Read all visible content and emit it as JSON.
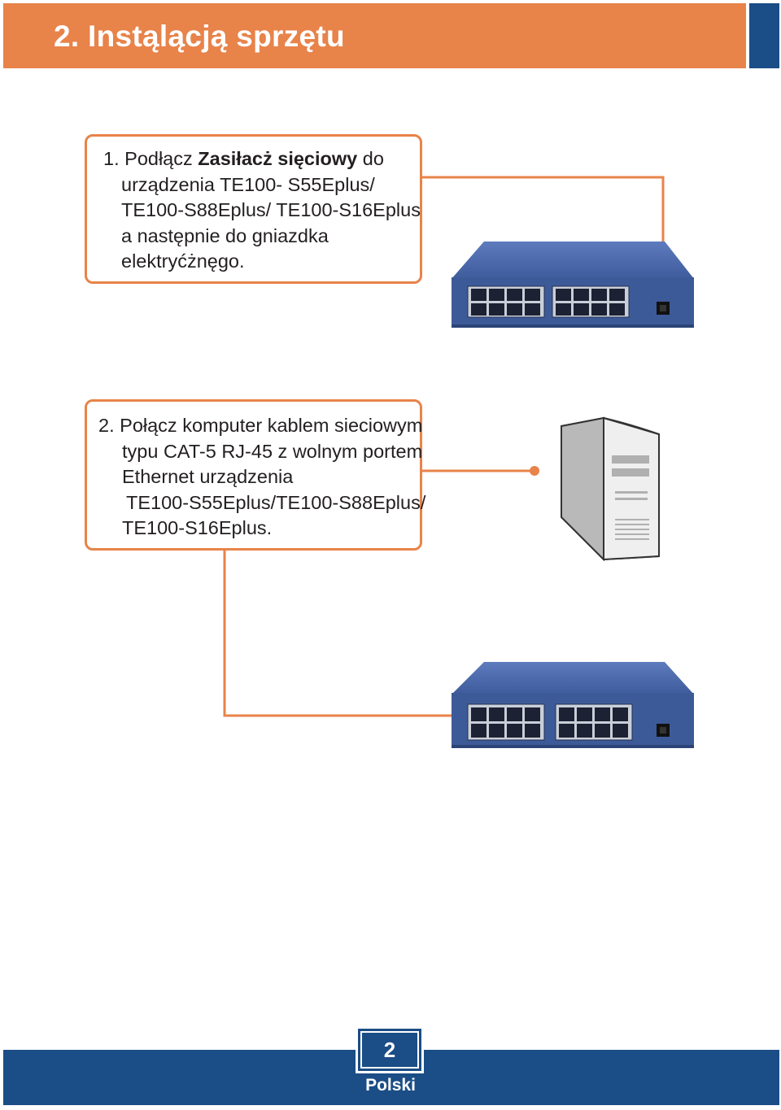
{
  "header": {
    "title": "2. Instąlącją sprzętu",
    "colors": {
      "bar": "#e8834a",
      "accent": "#1b4d86"
    }
  },
  "steps": [
    {
      "number": "1.",
      "lines": [
        {
          "parts": [
            {
              "text": "Podłącz ",
              "bold": false
            },
            {
              "text": "Zasiłacż sięciowy",
              "bold": true
            },
            {
              "text": " do",
              "bold": false
            }
          ]
        },
        {
          "text": "urządzenia TE100- S55Eplus/"
        },
        {
          "text": "TE100-S88Eplus/ TE100-S16Eplus"
        },
        {
          "text": "a następnie do gniazdka"
        },
        {
          "text": "elektryćżnęgo."
        }
      ]
    },
    {
      "number": "2.",
      "lines": [
        {
          "text": "Połącz komputer kablem sieciowym"
        },
        {
          "text": "typu CAT-5 RJ-45 z wolnym portem"
        },
        {
          "text": "Ethernet urządzenia"
        },
        {
          "text": "TE100-S55Eplus/TE100-S88Eplus/"
        },
        {
          "text": "TE100-S16Eplus."
        }
      ]
    }
  ],
  "illustrations": {
    "switch_icon": "network-switch-icon",
    "computer_icon": "computer-tower-icon",
    "switch_color": "#3f5f9f",
    "connector_color": "#e8834a"
  },
  "footer": {
    "page_number": "2",
    "language": "Polski",
    "color": "#1b4d86"
  }
}
